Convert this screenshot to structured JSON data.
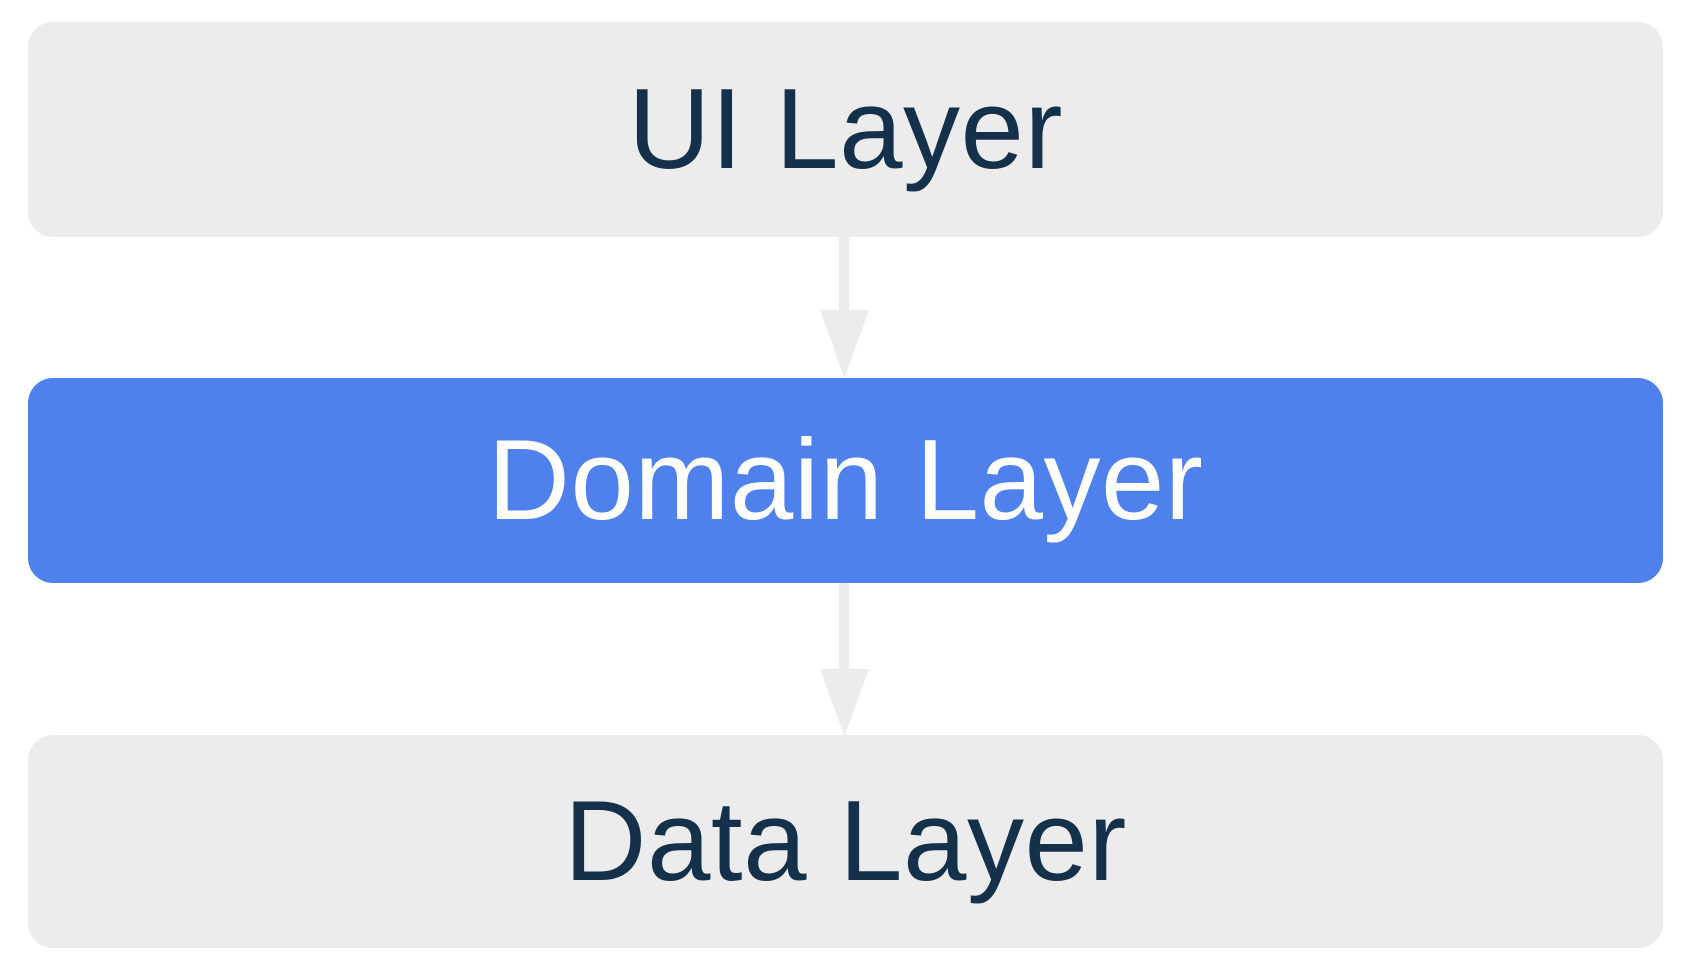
{
  "diagram": {
    "type": "flowchart",
    "orientation": "top-to-bottom",
    "background_color": "#FFFFFF",
    "nodes": [
      {
        "id": "ui",
        "label": "UI Layer",
        "fill_color": "#ECECEC",
        "text_color": "#15304A",
        "shape": "rounded-rectangle"
      },
      {
        "id": "domain",
        "label": "Domain Layer",
        "fill_color": "#4F81ED",
        "text_color": "#FFFFFF",
        "shape": "rounded-rectangle",
        "highlighted": true
      },
      {
        "id": "data",
        "label": "Data Layer",
        "fill_color": "#ECECEC",
        "text_color": "#15304A",
        "shape": "rounded-rectangle"
      }
    ],
    "edges": [
      {
        "id": "ui-to-domain",
        "from": "ui",
        "to": "domain",
        "color": "#ECECEC",
        "style": "solid-arrow"
      },
      {
        "id": "domain-to-data",
        "from": "domain",
        "to": "data",
        "color": "#ECECEC",
        "style": "solid-arrow"
      }
    ]
  }
}
